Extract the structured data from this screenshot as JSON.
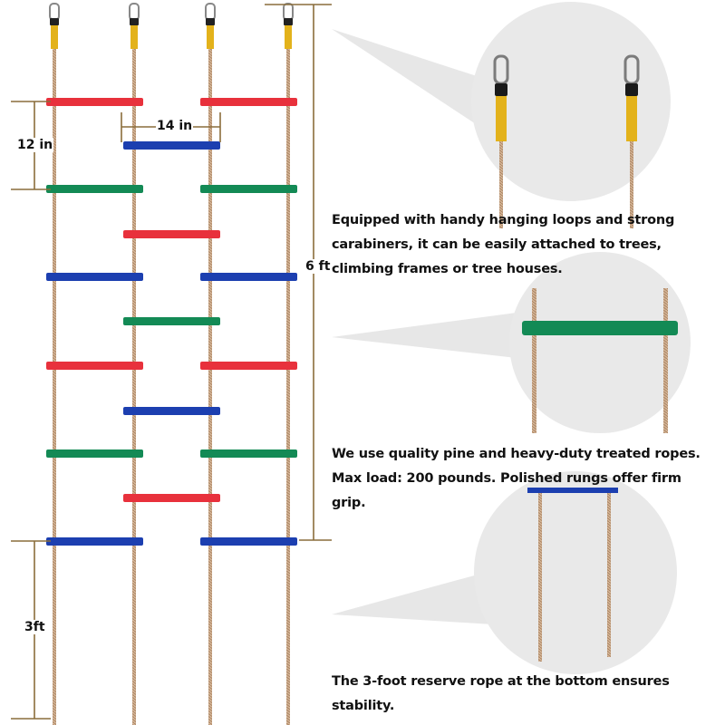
{
  "dimensions": {
    "rung_spacing": "12 in",
    "rung_width": "14 in",
    "ladder_height": "6 ft",
    "reserve_rope": "3ft"
  },
  "captions": {
    "hanging": "Equipped with handy hanging loops and strong carabiners, it can be easily attached to trees, climbing frames or tree houses.",
    "material": "We use quality pine and heavy-duty treated ropes. Max load: 200 pounds. Polished rungs offer firm grip.",
    "reserve": "The 3-foot reserve rope at the bottom ensures stability."
  },
  "colors": {
    "red": "#e8313c",
    "blue": "#1c3fb0",
    "green": "#138a55",
    "rope": "#c9a887",
    "strap": "#e3b21b",
    "dimension_line": "#8a6d3b",
    "callout_bg": "#e9e9e9"
  },
  "rungs_left": [
    "red",
    "green",
    "blue",
    "red",
    "green",
    "blue"
  ],
  "rungs_middle": [
    "blue",
    "red",
    "green",
    "blue",
    "red"
  ],
  "rungs_right": [
    "red",
    "green",
    "blue",
    "red",
    "green",
    "blue"
  ],
  "icons": [
    "carabiner-icon",
    "rope-icon",
    "rung-icon"
  ]
}
